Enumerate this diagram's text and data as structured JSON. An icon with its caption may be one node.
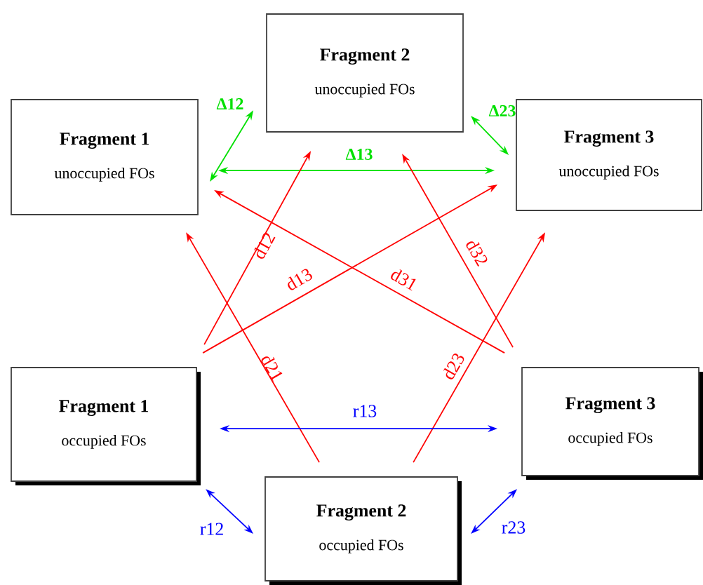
{
  "diagram": {
    "nodes": [
      {
        "text": [
          "Fragment 1",
          "unoccupied FOs"
        ]
      },
      {
        "text": [
          "Fragment 2",
          "unoccupied FOs"
        ]
      },
      {
        "text": [
          "Fragment 3",
          "unoccupied FOs"
        ]
      },
      {
        "text": [
          "Fragment 1",
          "occupied FOs"
        ]
      },
      {
        "text": [
          "Fragment 2",
          "occupied FOs"
        ]
      },
      {
        "text": [
          "Fragment 3",
          "occupied FOs"
        ]
      }
    ],
    "edges": [
      {
        "from": 0,
        "to": 1,
        "arrow": "both",
        "label": "Δ12",
        "color": "#00e000"
      },
      {
        "from": 0,
        "to": 2,
        "arrow": "both",
        "label": "Δ13",
        "color": "#00e000"
      },
      {
        "from": 1,
        "to": 2,
        "arrow": "both",
        "label": "Δ23",
        "color": "#00e000"
      },
      {
        "from": 3,
        "to": 1,
        "arrow": "to",
        "label": "d12"
      },
      {
        "from": 3,
        "to": 2,
        "arrow": "to",
        "label": "d13"
      },
      {
        "from": 4,
        "to": 0,
        "arrow": "to",
        "label": "d21"
      },
      {
        "from": 5,
        "to": 0,
        "arrow": "to",
        "label": "d31"
      },
      {
        "from": 5,
        "to": 1,
        "arrow": "to",
        "label": "d32"
      },
      {
        "from": 4,
        "to": 2,
        "arrow": "to",
        "label": "d23"
      },
      {
        "from": 3,
        "to": 4,
        "arrow": "both",
        "label": "r12",
        "color": "#0000ff"
      },
      {
        "from": 3,
        "to": 5,
        "arrow": "both",
        "label": "r13",
        "color": "#0000ff"
      },
      {
        "from": 4,
        "to": 5,
        "arrow": "both",
        "label": "r23",
        "color": "#0000ff"
      }
    ]
  }
}
